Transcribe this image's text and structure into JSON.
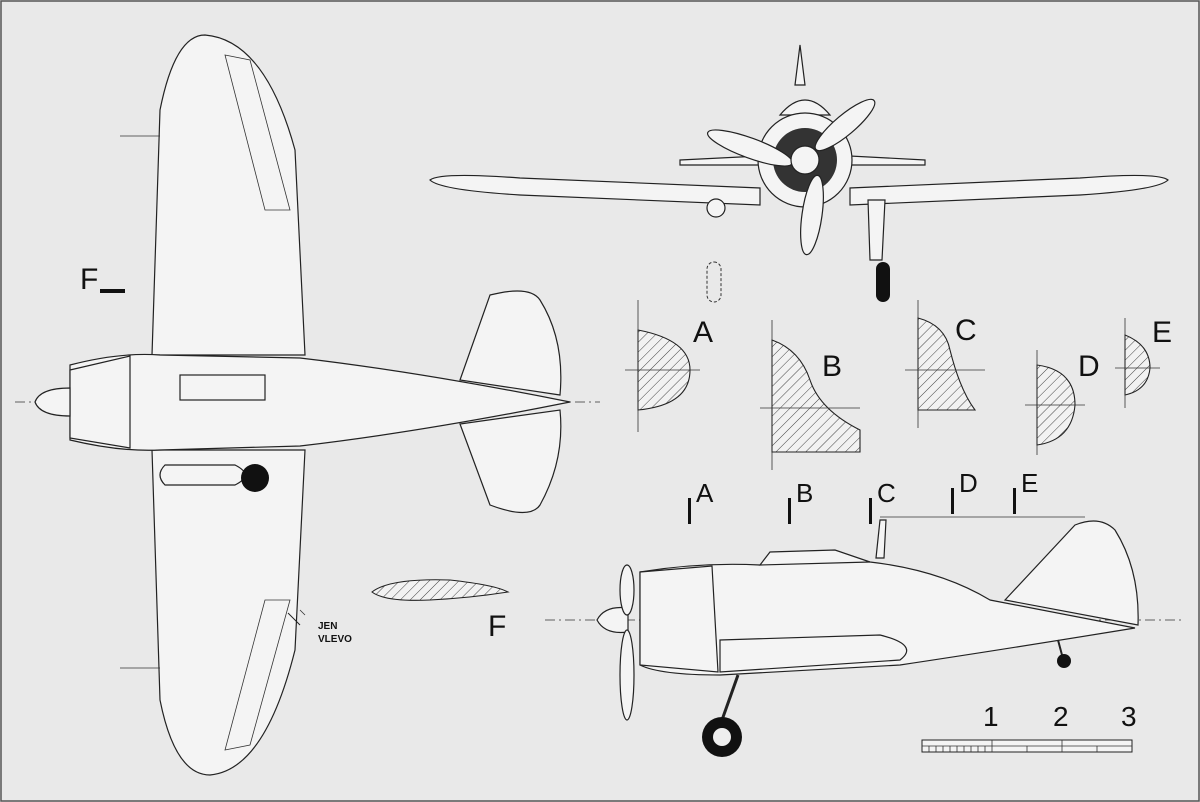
{
  "labels": {
    "F_marker": "F",
    "F_section": "F",
    "A": "A",
    "B": "B",
    "C": "C",
    "D": "D",
    "E": "E",
    "note_line1": "JEN",
    "note_line2": "VLEVO"
  },
  "section_markers": [
    "A",
    "B",
    "C",
    "D",
    "E"
  ],
  "scale": {
    "ticks": [
      "1",
      "2",
      "3"
    ]
  }
}
